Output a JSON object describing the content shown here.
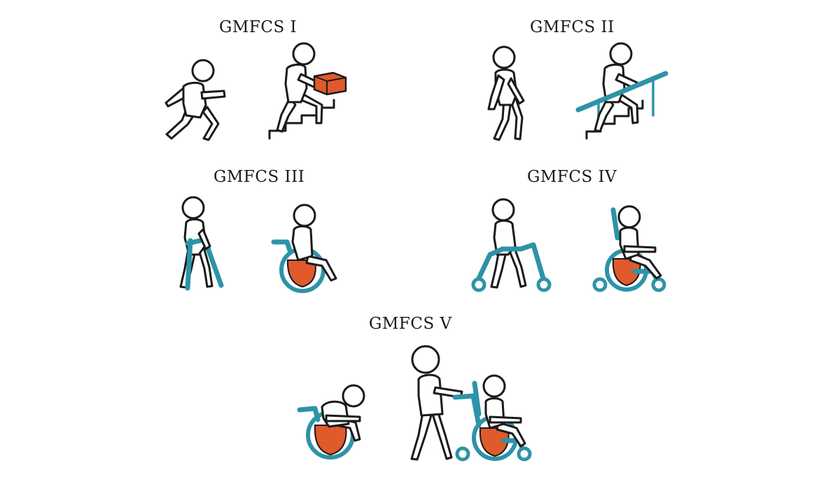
{
  "levels": [
    {
      "id": "1",
      "title": "GMFCS I"
    },
    {
      "id": "2",
      "title": "GMFCS II"
    },
    {
      "id": "3",
      "title": "GMFCS III"
    },
    {
      "id": "4",
      "title": "GMFCS IV"
    },
    {
      "id": "5",
      "title": "GMFCS V"
    }
  ],
  "colors": {
    "outline": "#1a1a1a",
    "mobility_aid": "#2d93a8",
    "seat_and_box": "#e05a2b",
    "background": "#ffffff"
  }
}
